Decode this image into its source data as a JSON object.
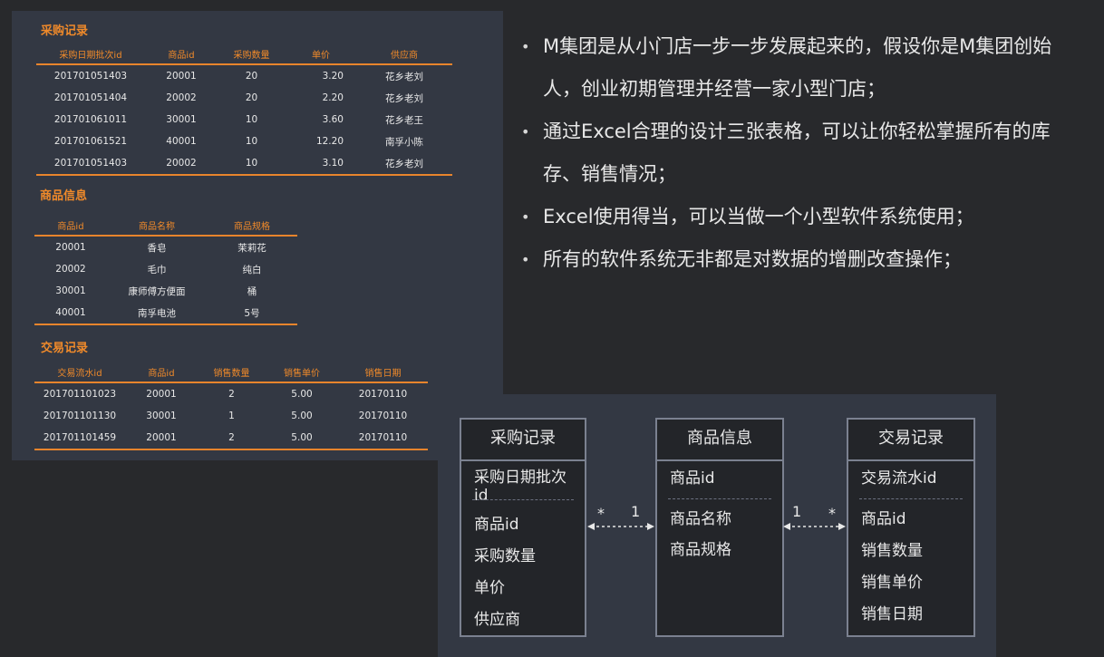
{
  "purchase_table": {
    "title": "采购记录",
    "headers": [
      "采购日期批次id",
      "商品id",
      "采购数量",
      "单价",
      "供应商"
    ],
    "rows": [
      [
        "201701051403",
        "20001",
        "20",
        "3.20",
        "花乡老刘"
      ],
      [
        "201701051404",
        "20002",
        "20",
        "2.20",
        "花乡老刘"
      ],
      [
        "201701061011",
        "30001",
        "10",
        "3.60",
        "花乡老王"
      ],
      [
        "201701061521",
        "40001",
        "10",
        "12.20",
        "南孚小陈"
      ],
      [
        "201701051403",
        "20002",
        "10",
        "3.10",
        "花乡老刘"
      ]
    ]
  },
  "product_table": {
    "title": "商品信息",
    "headers": [
      "商品id",
      "商品名称",
      "商品规格"
    ],
    "rows": [
      [
        "20001",
        "香皂",
        "茉莉花"
      ],
      [
        "20002",
        "毛巾",
        "纯白"
      ],
      [
        "30001",
        "康师傅方便面",
        "桶"
      ],
      [
        "40001",
        "南孚电池",
        "5号"
      ]
    ]
  },
  "trade_table": {
    "title": "交易记录",
    "headers": [
      "交易流水id",
      "商品id",
      "销售数量",
      "销售单价",
      "销售日期"
    ],
    "rows": [
      [
        "201701101023",
        "20001",
        "2",
        "5.00",
        "20170110"
      ],
      [
        "201701101130",
        "30001",
        "1",
        "5.00",
        "20170110"
      ],
      [
        "201701101459",
        "20001",
        "2",
        "5.00",
        "20170110"
      ]
    ]
  },
  "bullets": [
    "M集团是从小门店一步一步发展起来的，假设你是M集团创始人，创业初期管理并经营一家小型门店；",
    "通过Excel合理的设计三张表格，可以让你轻松掌握所有的库存、销售情况；",
    "Excel使用得当，可以当做一个小型软件系统使用；",
    "所有的软件系统无非都是对数据的增删改查操作；"
  ],
  "bullet_mark": "•",
  "diagram": {
    "purchase": {
      "title": "采购记录",
      "key": "采购日期批次id",
      "fields": [
        "商品id",
        "采购数量",
        "单价",
        "供应商"
      ]
    },
    "product": {
      "title": "商品信息",
      "key": "商品id",
      "fields": [
        "商品名称",
        "商品规格"
      ]
    },
    "trade": {
      "title": "交易记录",
      "key": "交易流水id",
      "fields": [
        "商品id",
        "销售数量",
        "销售单价",
        "销售日期"
      ]
    },
    "rel_left": {
      "from_mult": "*",
      "to_mult": "1"
    },
    "rel_right": {
      "from_mult": "1",
      "to_mult": "*"
    }
  },
  "colors": {
    "accent": "#f08a2a",
    "panel": "#333843",
    "background": "#28292c",
    "entity_border": "#7b8190"
  }
}
